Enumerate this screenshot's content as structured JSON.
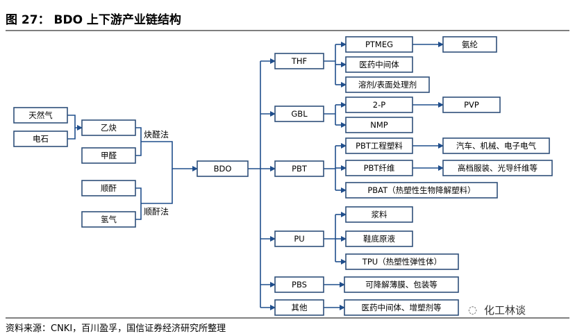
{
  "header": {
    "title": "图  27：  BDO 上下游产业链结构"
  },
  "footer": {
    "source": "资料来源：CNKI，百川盈孚，国信证券经济研究所整理",
    "brand": "化工林谈",
    "brand_icon": "wechat-icon"
  },
  "colors": {
    "line": "#1f4e8c",
    "box_border": "#2e4f7a"
  },
  "diagram": {
    "nodes": {
      "tianranqi": "天然气",
      "dianshi": "电石",
      "yique": "乙炔",
      "jiaquan": "甲醛",
      "shungan": "顺酐",
      "qingqi": "氢气",
      "bdo": "BDO",
      "thf": "THF",
      "gbl": "GBL",
      "pbt": "PBT",
      "pu": "PU",
      "pbs": "PBS",
      "other": "其他",
      "ptmeg": "PTMEG",
      "anlun": "氨纶",
      "yiyao": "医药中间体",
      "rongji": "溶剂/表面处理剂",
      "twop": "2-P",
      "pvp": "PVP",
      "nmp": "NMP",
      "pbt_plastic": "PBT工程塑料",
      "auto": "汽车、机械、电子电气",
      "pbt_fiber": "PBT纤维",
      "clothing": "高档服装、光导纤维等",
      "pbat": "PBAT（热塑性生物降解塑料）",
      "jiangliao": "浆料",
      "xiedi": "鞋底原液",
      "tpu": "TPU（热塑性弹性体）",
      "film": "可降解薄膜、包装等",
      "other_use": "医药中间体、增塑剂等"
    },
    "edge_labels": {
      "reppe": "炔醛法",
      "shungan_method": "顺酐法"
    }
  }
}
